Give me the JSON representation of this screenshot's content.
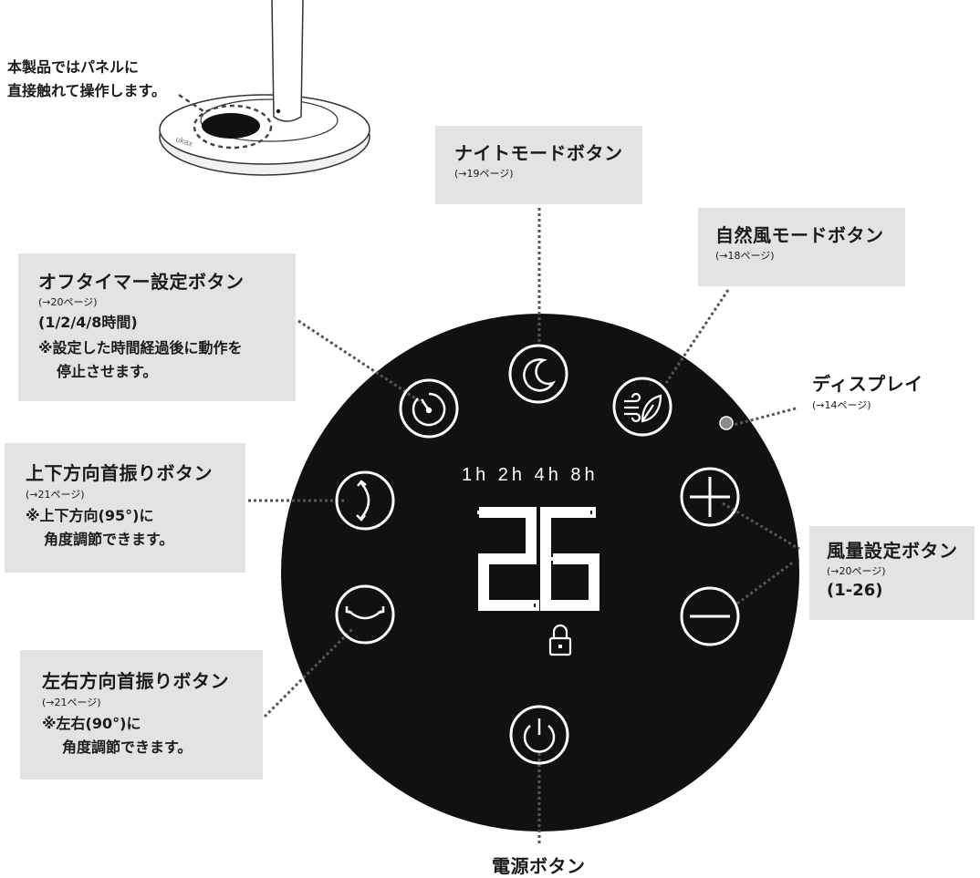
{
  "intro": {
    "line1": "本製品ではパネルに",
    "line2": "直接触れて操作します。",
    "base_logo": "ukax"
  },
  "labels": {
    "night_mode": {
      "title": "ナイトモードボタン",
      "ref": "(→19ページ)"
    },
    "natural_wind": {
      "title": "自然風モードボタン",
      "ref": "(→18ページ)"
    },
    "off_timer": {
      "title": "オフタイマー設定ボタン",
      "ref": "(→20ページ)",
      "note1": "(1/2/4/8時間)",
      "note2": "※設定した時間経過後に動作を",
      "note3": "停止させます。"
    },
    "display": {
      "title": "ディスプレイ",
      "ref": "(→14ページ)"
    },
    "vertical_swing": {
      "title": "上下方向首振りボタン",
      "ref": "(→21ページ)",
      "note1": "※上下方向(95°)に",
      "note2": "角度調節できます。"
    },
    "fan_speed": {
      "title": "風量設定ボタン",
      "ref": "(→20ページ)",
      "note1": "(1-26)"
    },
    "horizontal_swing": {
      "title": "左右方向首振りボタン",
      "ref": "(→21ページ)",
      "note1": "※左右(90°)に",
      "note2": "角度調節できます。"
    },
    "power": {
      "title": "電源ボタン"
    }
  },
  "panel": {
    "timer_hours": "1h  2h  4h  8h",
    "speed_value": "26",
    "icons": [
      "moon-icon",
      "leaf-wind-icon",
      "timer-icon",
      "plus-icon",
      "vertical-swing-icon",
      "minus-icon",
      "horizontal-swing-icon",
      "power-icon",
      "lock-icon"
    ]
  },
  "colors": {
    "panel": "#111111",
    "box": "#e3e3e3",
    "leader": "#555555",
    "display_dot": "#8a8a8a"
  }
}
